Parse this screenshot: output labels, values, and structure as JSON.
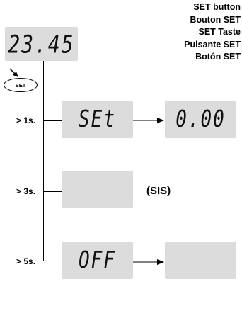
{
  "legend": [
    "SET button",
    "Bouton SET",
    "SET Taste",
    "Pulsante SET",
    "Botón SET"
  ],
  "button_label": "SET",
  "initial_display": "23.45",
  "steps": [
    {
      "time": "> 1s.",
      "display": "SEt",
      "result": "0.00"
    },
    {
      "time": "> 3s.",
      "display": "",
      "note": "(SIS)"
    },
    {
      "time": "> 5s.",
      "display": "OFF",
      "result": ""
    }
  ]
}
